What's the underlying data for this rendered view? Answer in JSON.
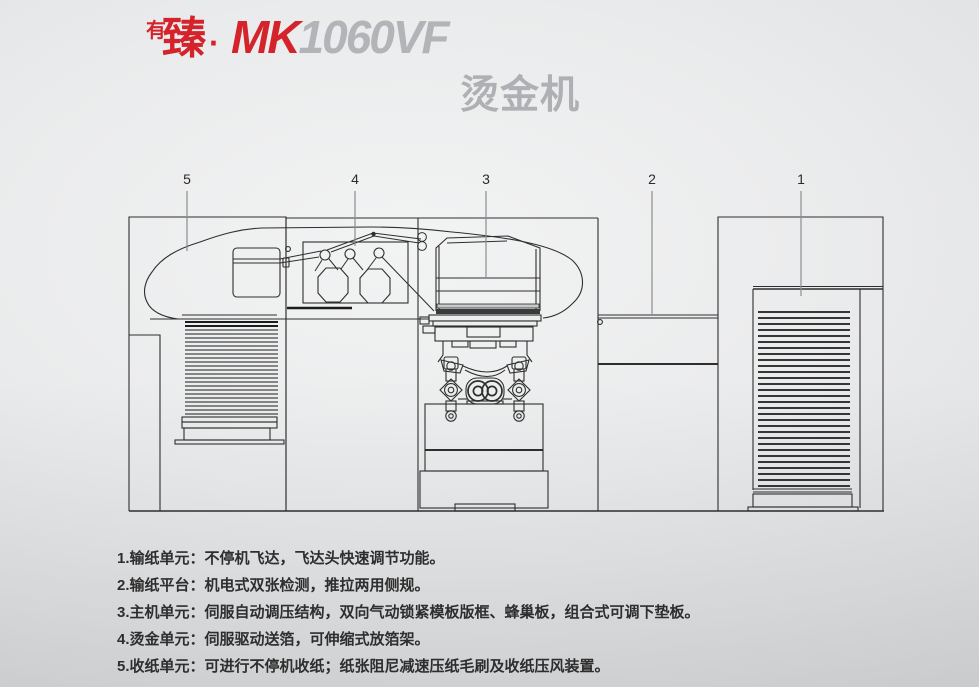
{
  "header": {
    "brand_small": "有",
    "brand_large": "臻",
    "separator": "·",
    "model_prefix": "MK",
    "model_suffix": "1060VF",
    "product_type": "烫金机"
  },
  "diagram": {
    "callouts": [
      {
        "label": "5"
      },
      {
        "label": "4"
      },
      {
        "label": "3"
      },
      {
        "label": "2"
      },
      {
        "label": "1"
      }
    ]
  },
  "features": [
    "1.输纸单元：不停机飞达，飞达头快速调节功能。",
    "2.输纸平台：机电式双张检测，推拉两用侧规。",
    "3.主机单元：伺服自动调压结构，双向气动锁紧模板版框、蜂巢板，组合式可调下垫板。",
    "4.烫金单元：伺服驱动送箔，可伸缩式放箔架。",
    "5.收纸单元：可进行不停机收纸；纸张阻尼减速压纸毛刷及收纸压风装置。"
  ],
  "colors": {
    "accent_red": "#d5232b",
    "title_gray": "#b2b4b7",
    "line_color": "#2e2e2e",
    "leader_gray": "#8d8d8d"
  }
}
